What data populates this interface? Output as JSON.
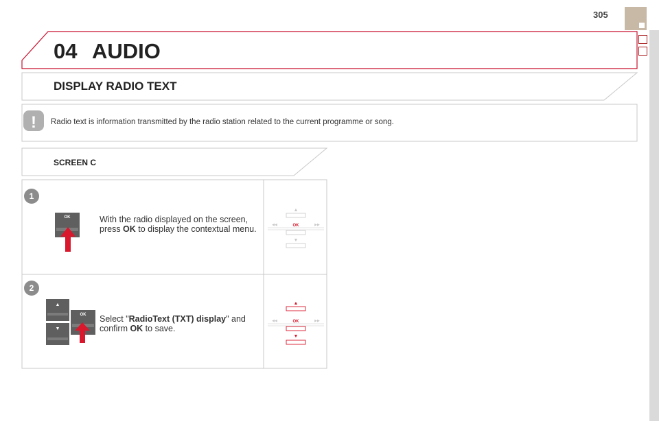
{
  "page": {
    "number": "305"
  },
  "chapter": {
    "number": "04",
    "title": "AUDIO"
  },
  "section": {
    "title": "DISPLAY RADIO TEXT"
  },
  "note": {
    "symbol": "!",
    "text": "Radio text is information transmitted by the radio station related to the current programme or song."
  },
  "screen": {
    "label": "SCREEN C"
  },
  "steps": [
    {
      "number": "1",
      "before": "With the radio displayed on the screen, press ",
      "bold": "OK",
      "after": " to display the contextual menu.",
      "button_label": "OK"
    },
    {
      "number": "2",
      "before": "Select \"",
      "bold": "RadioText (TXT) display",
      "middle": "\" and confirm ",
      "bold2": "OK",
      "after": " to save.",
      "button_label": "OK",
      "up_glyph": "▲",
      "down_glyph": "▼"
    }
  ],
  "controller": {
    "ok_label": "OK",
    "left_glyph": "◀◀",
    "right_glyph": "▶▶",
    "up_glyph": "▲",
    "down_glyph": "▼"
  },
  "colors": {
    "accent": "#c8102e",
    "panel_border": "#c8c8c8",
    "tab": "#c8b9a6"
  }
}
